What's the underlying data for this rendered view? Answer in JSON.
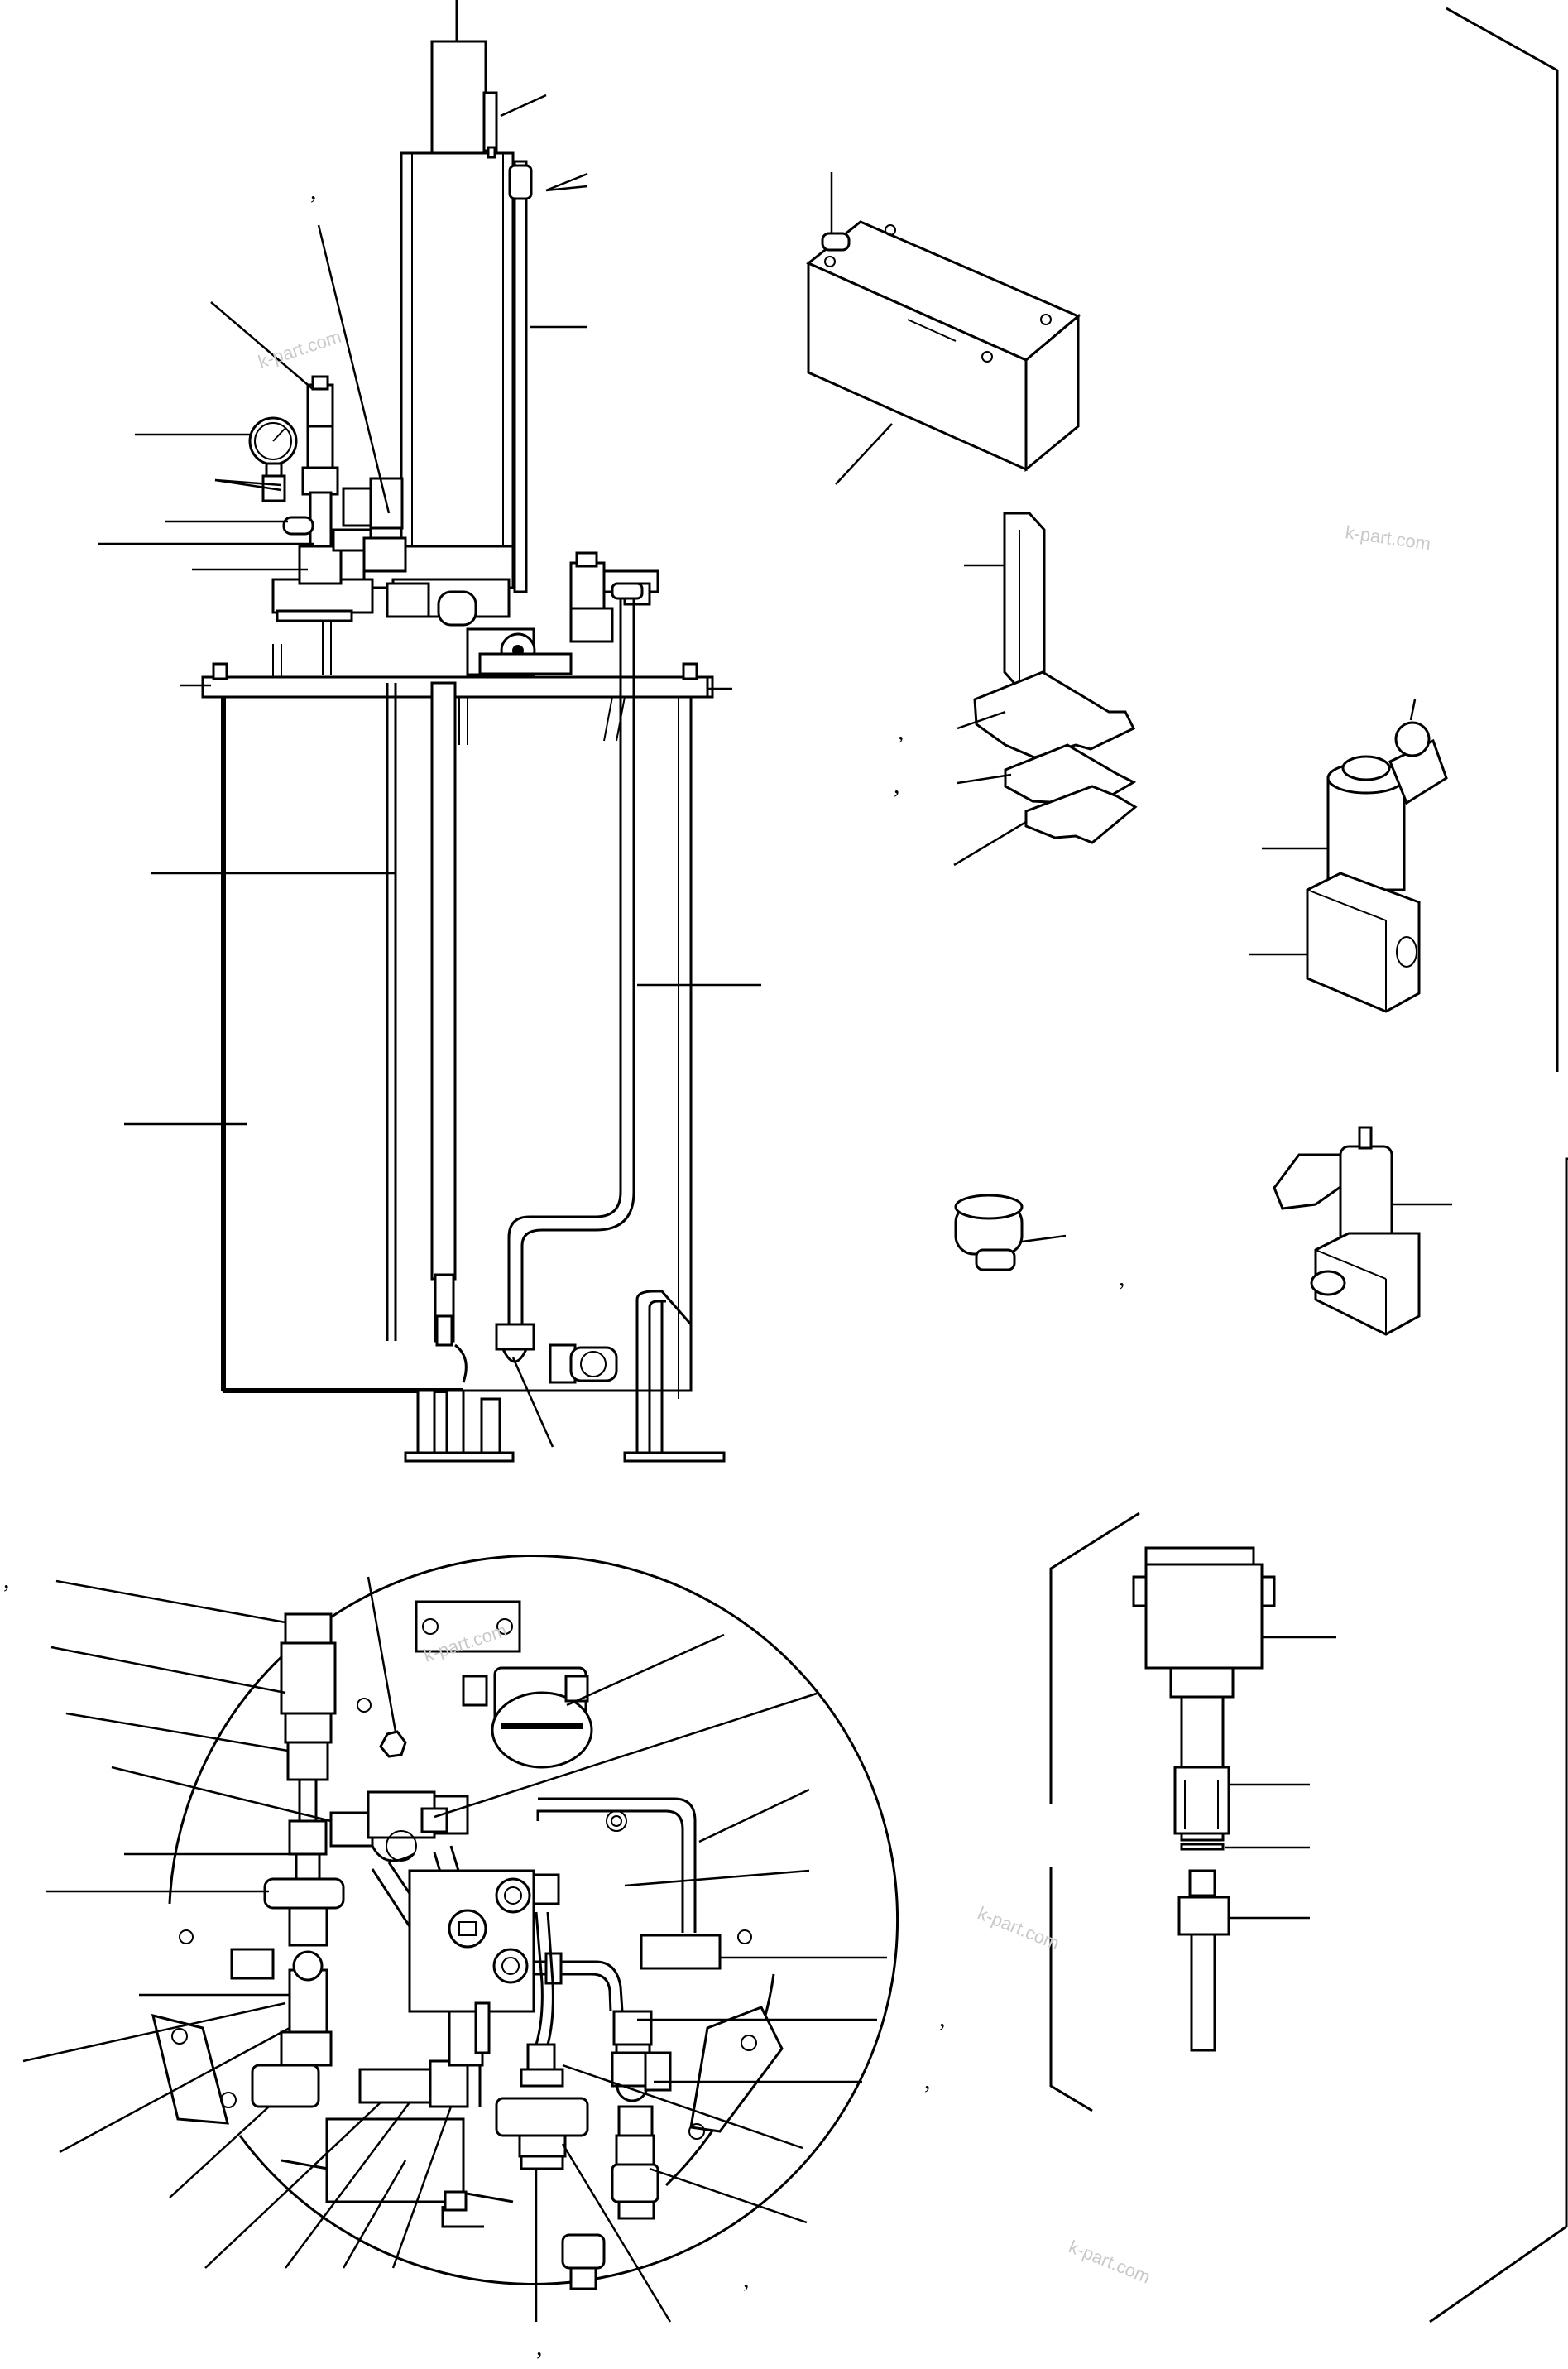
{
  "watermarks": [
    "k-part.com",
    "k-part.com",
    "k-part.com",
    "k-part.com",
    "k-part.com"
  ],
  "comma_marks": [
    ",",
    ",",
    ",",
    ",",
    ",",
    ",",
    ",",
    ",",
    ",",
    ","
  ]
}
